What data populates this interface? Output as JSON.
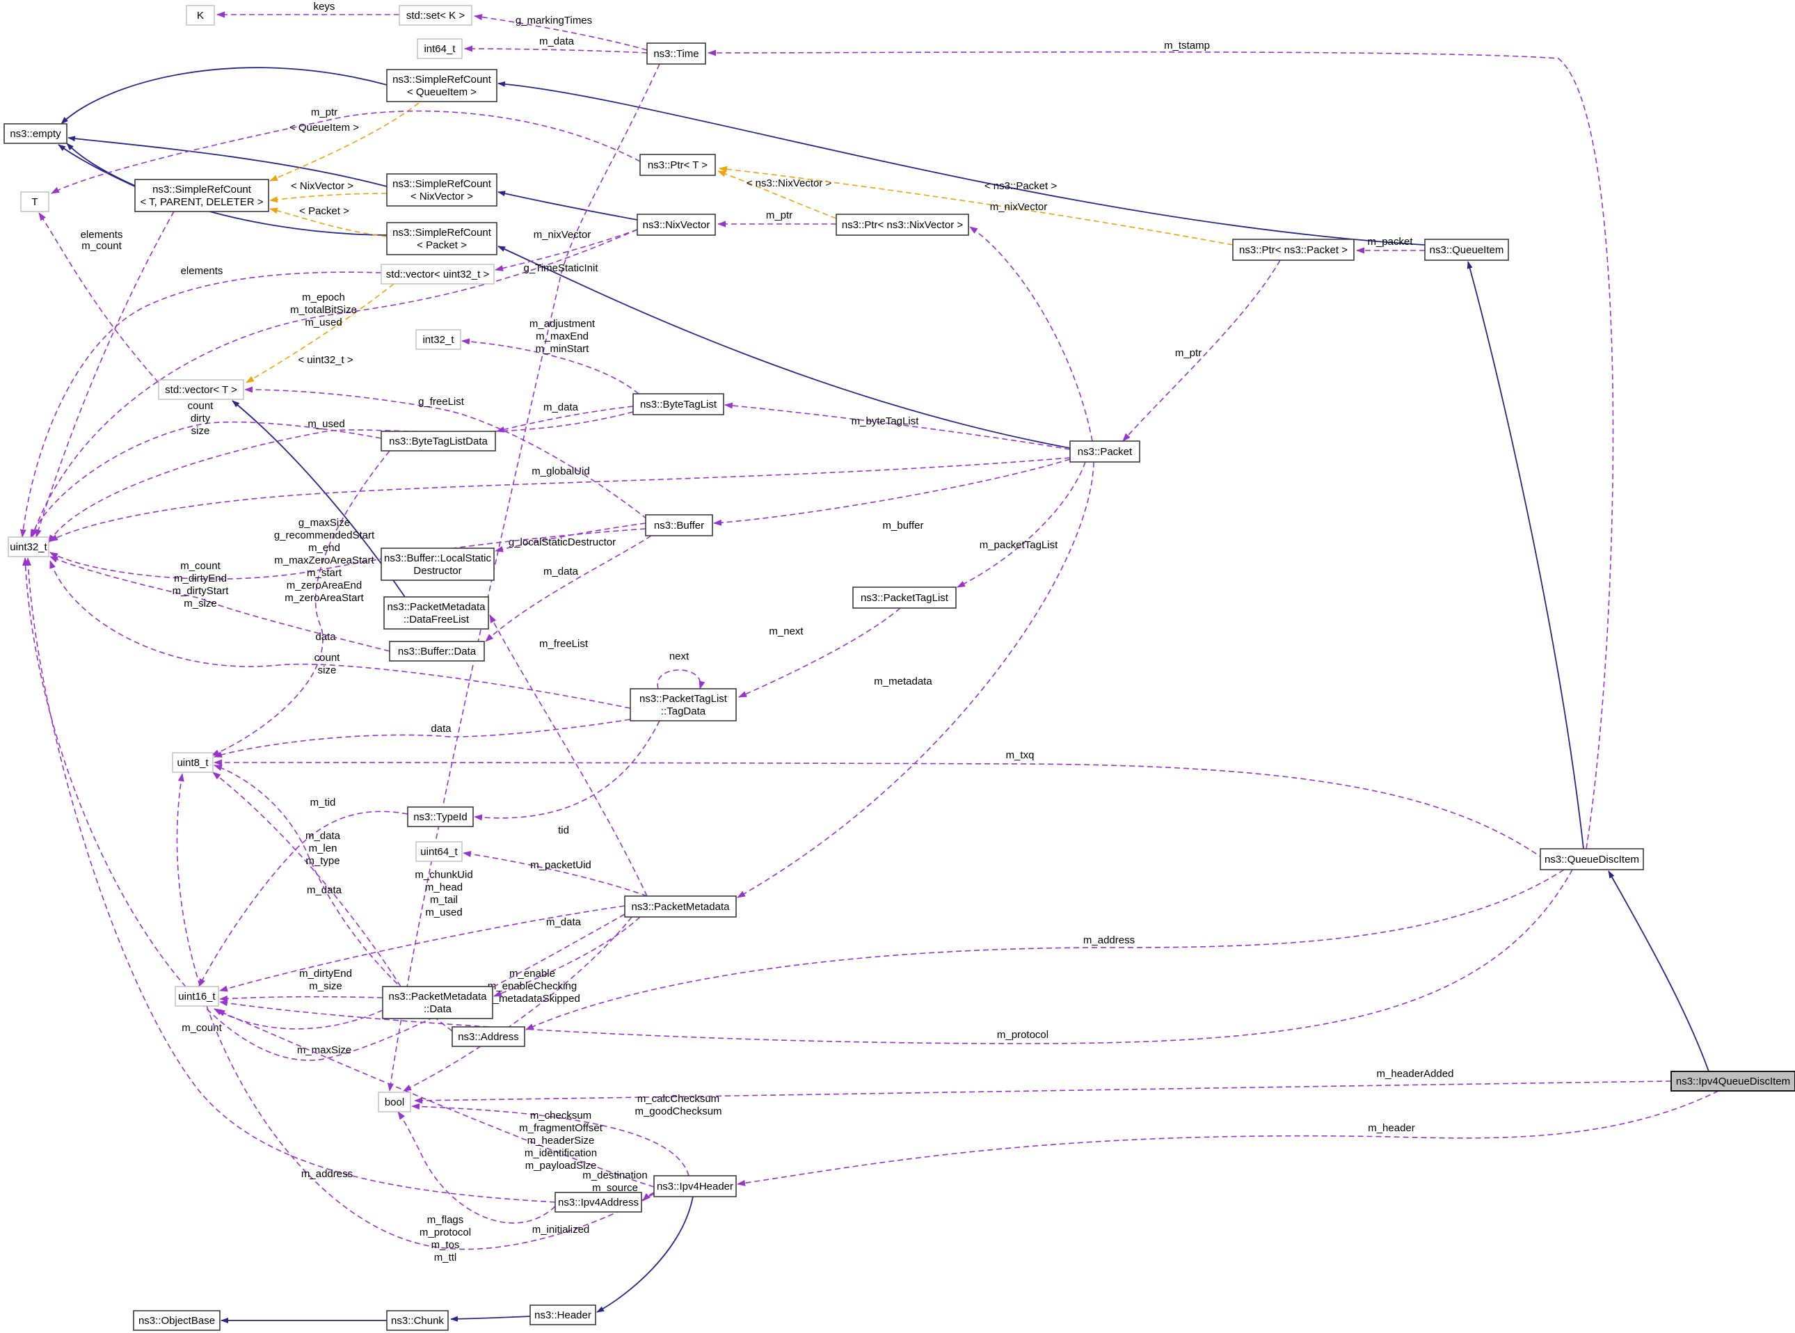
{
  "diagram": {
    "kind": "doxygen-collaboration-graph",
    "target_class": "ns3::Ipv4QueueDiscItem"
  },
  "colors": {
    "inheritance_edge": "#26268c",
    "usage_edge": "#9a32cd",
    "template_edge": "#f0a30a",
    "class_border": "#3b3b3b",
    "external_border": "#bdbdbd",
    "target_fill": "#bfbfbf",
    "background": "#ffffff"
  },
  "nodes": [
    {
      "id": "k",
      "kind": "external",
      "lines": [
        "K"
      ]
    },
    {
      "id": "set_k",
      "kind": "external",
      "lines": [
        "std::set< K >"
      ]
    },
    {
      "id": "int64",
      "kind": "external",
      "lines": [
        "int64_t"
      ]
    },
    {
      "id": "time",
      "kind": "class",
      "lines": [
        "ns3::Time"
      ]
    },
    {
      "id": "src_qi",
      "kind": "class",
      "lines": [
        "ns3::SimpleRefCount",
        "< QueueItem >"
      ]
    },
    {
      "id": "empty",
      "kind": "class",
      "lines": [
        "ns3::empty"
      ]
    },
    {
      "id": "ptr_t",
      "kind": "class",
      "lines": [
        "ns3::Ptr< T >"
      ]
    },
    {
      "id": "src_tpd",
      "kind": "class",
      "lines": [
        "ns3::SimpleRefCount",
        "< T, PARENT, DELETER >"
      ]
    },
    {
      "id": "t",
      "kind": "external",
      "lines": [
        "T"
      ]
    },
    {
      "id": "src_nix",
      "kind": "class",
      "lines": [
        "ns3::SimpleRefCount",
        "< NixVector >"
      ]
    },
    {
      "id": "src_pkt",
      "kind": "class",
      "lines": [
        "ns3::SimpleRefCount",
        "< Packet >"
      ]
    },
    {
      "id": "nix",
      "kind": "class",
      "lines": [
        "ns3::NixVector"
      ]
    },
    {
      "id": "ptr_nix",
      "kind": "class",
      "lines": [
        "ns3::Ptr< ns3::NixVector >"
      ]
    },
    {
      "id": "vec_u32",
      "kind": "external",
      "lines": [
        "std::vector< uint32_t >"
      ]
    },
    {
      "id": "ptr_pkt",
      "kind": "class",
      "lines": [
        "ns3::Ptr< ns3::Packet >"
      ]
    },
    {
      "id": "qitem",
      "kind": "class",
      "lines": [
        "ns3::QueueItem"
      ]
    },
    {
      "id": "vec_t",
      "kind": "external",
      "lines": [
        "std::vector< T >"
      ]
    },
    {
      "id": "int32",
      "kind": "external",
      "lines": [
        "int32_t"
      ]
    },
    {
      "id": "btl",
      "kind": "class",
      "lines": [
        "ns3::ByteTagList"
      ]
    },
    {
      "id": "btld",
      "kind": "class",
      "lines": [
        "ns3::ByteTagListData"
      ]
    },
    {
      "id": "packet",
      "kind": "class",
      "lines": [
        "ns3::Packet"
      ]
    },
    {
      "id": "buffer",
      "kind": "class",
      "lines": [
        "ns3::Buffer"
      ]
    },
    {
      "id": "lsd",
      "kind": "class",
      "lines": [
        "ns3::Buffer::LocalStatic",
        "Destructor"
      ]
    },
    {
      "id": "dfl",
      "kind": "class",
      "lines": [
        "ns3::PacketMetadata",
        "::DataFreeList"
      ]
    },
    {
      "id": "bdata",
      "kind": "class",
      "lines": [
        "ns3::Buffer::Data"
      ]
    },
    {
      "id": "ptl",
      "kind": "class",
      "lines": [
        "ns3::PacketTagList"
      ]
    },
    {
      "id": "tagdata",
      "kind": "class",
      "lines": [
        "ns3::PacketTagList",
        "::TagData"
      ]
    },
    {
      "id": "u32",
      "kind": "external",
      "lines": [
        "uint32_t"
      ]
    },
    {
      "id": "u8",
      "kind": "external",
      "lines": [
        "uint8_t"
      ]
    },
    {
      "id": "tid_n",
      "kind": "class",
      "lines": [
        "ns3::TypeId"
      ]
    },
    {
      "id": "u64",
      "kind": "external",
      "lines": [
        "uint64_t"
      ]
    },
    {
      "id": "pmeta",
      "kind": "class",
      "lines": [
        "ns3::PacketMetadata"
      ]
    },
    {
      "id": "u16",
      "kind": "external",
      "lines": [
        "uint16_t"
      ]
    },
    {
      "id": "pmdata",
      "kind": "class",
      "lines": [
        "ns3::PacketMetadata",
        "::Data"
      ]
    },
    {
      "id": "addr",
      "kind": "class",
      "lines": [
        "ns3::Address"
      ]
    },
    {
      "id": "bool",
      "kind": "external",
      "lines": [
        "bool"
      ]
    },
    {
      "id": "ip4addr",
      "kind": "class",
      "lines": [
        "ns3::Ipv4Address"
      ]
    },
    {
      "id": "ip4hdr",
      "kind": "class",
      "lines": [
        "ns3::Ipv4Header"
      ]
    },
    {
      "id": "qdisc",
      "kind": "class",
      "lines": [
        "ns3::QueueDiscItem"
      ]
    },
    {
      "id": "ip4qdisc",
      "kind": "target",
      "lines": [
        "ns3::Ipv4QueueDiscItem"
      ]
    },
    {
      "id": "header",
      "kind": "class",
      "lines": [
        "ns3::Header"
      ]
    },
    {
      "id": "chunk",
      "kind": "class",
      "lines": [
        "ns3::Chunk"
      ]
    },
    {
      "id": "objbase",
      "kind": "class",
      "lines": [
        "ns3::ObjectBase"
      ]
    }
  ],
  "edges": [
    {
      "id": "inh1",
      "from": "src_qi",
      "to": "empty",
      "type": "inherit",
      "lines": []
    },
    {
      "id": "inh2",
      "from": "src_nix",
      "to": "empty",
      "type": "inherit",
      "lines": []
    },
    {
      "id": "inh3",
      "from": "src_pkt",
      "to": "empty",
      "type": "inherit",
      "lines": []
    },
    {
      "id": "inh4",
      "from": "src_tpd",
      "to": "empty",
      "type": "inherit",
      "lines": []
    },
    {
      "id": "inh5",
      "from": "qitem",
      "to": "src_qi",
      "type": "inherit",
      "lines": []
    },
    {
      "id": "inh6",
      "from": "nix",
      "to": "src_nix",
      "type": "inherit",
      "lines": []
    },
    {
      "id": "inh7",
      "from": "packet",
      "to": "src_pkt",
      "type": "inherit",
      "lines": []
    },
    {
      "id": "inh8",
      "from": "qdisc",
      "to": "qitem",
      "type": "inherit",
      "lines": []
    },
    {
      "id": "inh9",
      "from": "ip4qdisc",
      "to": "qdisc",
      "type": "inherit",
      "lines": []
    },
    {
      "id": "inh10",
      "from": "ip4hdr",
      "to": "header",
      "type": "inherit",
      "lines": []
    },
    {
      "id": "inh11",
      "from": "header",
      "to": "chunk",
      "type": "inherit",
      "lines": []
    },
    {
      "id": "inh12",
      "from": "chunk",
      "to": "objbase",
      "type": "inherit",
      "lines": []
    },
    {
      "id": "inh13",
      "from": "dfl",
      "to": "vec_t",
      "type": "inherit",
      "lines": []
    },
    {
      "id": "tpl1",
      "from": "src_qi",
      "to": "src_tpd",
      "type": "template",
      "lines": [
        "< QueueItem >"
      ]
    },
    {
      "id": "tpl2",
      "from": "src_nix",
      "to": "src_tpd",
      "type": "template",
      "lines": [
        "< NixVector >"
      ]
    },
    {
      "id": "tpl3",
      "from": "src_pkt",
      "to": "src_tpd",
      "type": "template",
      "lines": [
        "< Packet >"
      ]
    },
    {
      "id": "tpl4",
      "from": "ptr_nix",
      "to": "ptr_t",
      "type": "template",
      "lines": [
        "< ns3::NixVector >"
      ]
    },
    {
      "id": "tpl5",
      "from": "ptr_pkt",
      "to": "ptr_t",
      "type": "template",
      "lines": [
        "< ns3::Packet >"
      ]
    },
    {
      "id": "tpl6",
      "from": "vec_u32",
      "to": "vec_t",
      "type": "template",
      "lines": [
        "< uint32_t >"
      ]
    },
    {
      "id": "use1",
      "from": "set_k",
      "to": "k",
      "type": "use",
      "lines": [
        "keys"
      ]
    },
    {
      "id": "use2",
      "from": "time",
      "to": "set_k",
      "type": "use",
      "lines": [
        "g_markingTimes"
      ]
    },
    {
      "id": "use3",
      "from": "time",
      "to": "int64",
      "type": "use",
      "lines": [
        "m_data"
      ]
    },
    {
      "id": "use4",
      "from": "qdisc",
      "to": "time",
      "type": "use",
      "lines": [
        "m_tstamp"
      ]
    },
    {
      "id": "use5",
      "from": "ptr_t",
      "to": "t",
      "type": "use",
      "lines": [
        "m_ptr"
      ]
    },
    {
      "id": "use6",
      "from": "vec_t",
      "to": "t",
      "type": "use",
      "lines": [
        "elements"
      ]
    },
    {
      "id": "use7",
      "from": "vec_u32",
      "to": "u32",
      "type": "use",
      "lines": [
        "elements"
      ]
    },
    {
      "id": "use8",
      "from": "src_tpd",
      "to": "u32",
      "type": "use",
      "lines": [
        "m_count"
      ]
    },
    {
      "id": "use9",
      "from": "nix",
      "to": "u32",
      "type": "use",
      "lines": [
        "m_epoch",
        "m_totalBitSize",
        "m_used"
      ]
    },
    {
      "id": "use10",
      "from": "time",
      "to": "bool",
      "type": "use",
      "lines": [
        "g_TimeStaticInit"
      ]
    },
    {
      "id": "use11",
      "from": "btl",
      "to": "int32",
      "type": "use",
      "lines": [
        "m_adjustment",
        "m_maxEnd",
        "m_minStart"
      ]
    },
    {
      "id": "use12",
      "from": "btl",
      "to": "btld",
      "type": "use",
      "lines": [
        "m_data"
      ]
    },
    {
      "id": "use13",
      "from": "btl",
      "to": "u32",
      "type": "use",
      "lines": [
        "m_used"
      ]
    },
    {
      "id": "use14",
      "from": "btld",
      "to": "u32",
      "type": "use",
      "lines": [
        "count",
        "dirty",
        "size"
      ]
    },
    {
      "id": "use15",
      "from": "btld",
      "to": "u8",
      "type": "use",
      "lines": [
        "data"
      ]
    },
    {
      "id": "use16",
      "from": "packet",
      "to": "btl",
      "type": "use",
      "lines": [
        "m_byteTagList"
      ]
    },
    {
      "id": "use17",
      "from": "packet",
      "to": "u32",
      "type": "use",
      "lines": [
        "m_globalUid"
      ]
    },
    {
      "id": "use18",
      "from": "packet",
      "to": "buffer",
      "type": "use",
      "lines": [
        "m_buffer"
      ]
    },
    {
      "id": "use19",
      "from": "packet",
      "to": "ptl",
      "type": "use",
      "lines": [
        "m_packetTagList"
      ]
    },
    {
      "id": "use20",
      "from": "packet",
      "to": "pmeta",
      "type": "use",
      "lines": [
        "m_metadata"
      ]
    },
    {
      "id": "use21",
      "from": "packet",
      "to": "ptr_nix",
      "type": "use",
      "lines": [
        "m_nixVector"
      ]
    },
    {
      "id": "use22",
      "from": "ptr_pkt",
      "to": "packet",
      "type": "use",
      "lines": [
        "m_ptr"
      ]
    },
    {
      "id": "use23",
      "from": "qitem",
      "to": "ptr_pkt",
      "type": "use",
      "lines": [
        "m_packet"
      ]
    },
    {
      "id": "use24",
      "from": "ptr_nix",
      "to": "nix",
      "type": "use",
      "lines": [
        "m_ptr"
      ]
    },
    {
      "id": "use25",
      "from": "nix",
      "to": "vec_u32",
      "type": "use",
      "lines": [
        "m_nixVector"
      ]
    },
    {
      "id": "use26",
      "from": "buffer",
      "to": "lsd",
      "type": "use",
      "lines": [
        "g_localStaticDestructor"
      ]
    },
    {
      "id": "use27",
      "from": "buffer",
      "to": "vec_t",
      "type": "use",
      "lines": [
        "g_freeList"
      ]
    },
    {
      "id": "use28",
      "from": "buffer",
      "to": "bdata",
      "type": "use",
      "lines": [
        "m_data"
      ]
    },
    {
      "id": "use29",
      "from": "buffer",
      "to": "u32",
      "type": "use",
      "lines": [
        "g_maxSize",
        "g_recommendedStart",
        "m_end",
        "m_maxZeroAreaStart",
        "m_start",
        "m_zeroAreaEnd",
        "m_zeroAreaStart"
      ]
    },
    {
      "id": "use30",
      "from": "bdata",
      "to": "u32",
      "type": "use",
      "lines": [
        "m_count",
        "m_dirtyEnd",
        "m_dirtyStart",
        "m_size"
      ]
    },
    {
      "id": "use31",
      "from": "pmeta",
      "to": "dfl",
      "type": "use",
      "lines": [
        "m_freeList"
      ]
    },
    {
      "id": "use32",
      "from": "ptl",
      "to": "tagdata",
      "type": "use",
      "lines": [
        "m_next"
      ]
    },
    {
      "id": "use33",
      "from": "tagdata",
      "to": "tagdata",
      "type": "use",
      "lines": [
        "next"
      ]
    },
    {
      "id": "use34",
      "from": "tagdata",
      "to": "u32",
      "type": "use",
      "lines": [
        "count",
        "size"
      ]
    },
    {
      "id": "use35",
      "from": "tagdata",
      "to": "u8",
      "type": "use",
      "lines": [
        "data"
      ]
    },
    {
      "id": "use36",
      "from": "tagdata",
      "to": "tid_n",
      "type": "use",
      "lines": [
        "tid"
      ]
    },
    {
      "id": "use37",
      "from": "tid_n",
      "to": "u16",
      "type": "use",
      "lines": [
        "m_tid"
      ]
    },
    {
      "id": "use38",
      "from": "pmeta",
      "to": "u64",
      "type": "use",
      "lines": [
        "m_packetUid"
      ]
    },
    {
      "id": "use39",
      "from": "pmeta",
      "to": "u16",
      "type": "use",
      "lines": [
        "m_chunkUid",
        "m_head",
        "m_tail",
        "m_used"
      ]
    },
    {
      "id": "use40",
      "from": "pmeta",
      "to": "pmdata",
      "type": "use",
      "lines": [
        "m_data"
      ]
    },
    {
      "id": "use41",
      "from": "pmeta",
      "to": "bool",
      "type": "use",
      "lines": [
        "m_enable",
        "m_enableChecking",
        "m_metadataSkipped"
      ]
    },
    {
      "id": "use42",
      "from": "pmeta",
      "to": "u32",
      "type": "use",
      "lines": [
        "m_maxSize"
      ]
    },
    {
      "id": "use43",
      "from": "pmdata",
      "to": "u16",
      "type": "use",
      "lines": [
        "m_dirtyEnd",
        "m_size"
      ]
    },
    {
      "id": "use44",
      "from": "pmdata",
      "to": "u16",
      "type": "use",
      "lines": [
        "m_count"
      ]
    },
    {
      "id": "use45",
      "from": "pmdata",
      "to": "u8",
      "type": "use",
      "lines": [
        "m_data"
      ]
    },
    {
      "id": "use46",
      "from": "addr",
      "to": "u8",
      "type": "use",
      "lines": [
        "m_data",
        "m_len",
        "m_type"
      ]
    },
    {
      "id": "use47",
      "from": "qdisc",
      "to": "addr",
      "type": "use",
      "lines": [
        "m_address"
      ]
    },
    {
      "id": "use48",
      "from": "qdisc",
      "to": "u16",
      "type": "use",
      "lines": [
        "m_protocol"
      ]
    },
    {
      "id": "use49",
      "from": "qdisc",
      "to": "u8",
      "type": "use",
      "lines": [
        "m_txq"
      ]
    },
    {
      "id": "use50",
      "from": "ip4qdisc",
      "to": "bool",
      "type": "use",
      "lines": [
        "m_headerAdded"
      ]
    },
    {
      "id": "use51",
      "from": "ip4qdisc",
      "to": "ip4hdr",
      "type": "use",
      "lines": [
        "m_header"
      ]
    },
    {
      "id": "use52",
      "from": "ip4hdr",
      "to": "bool",
      "type": "use",
      "lines": [
        "m_calcChecksum",
        "m_goodChecksum"
      ]
    },
    {
      "id": "use53",
      "from": "ip4hdr",
      "to": "u16",
      "type": "use",
      "lines": [
        "m_checksum",
        "m_fragmentOffset",
        "m_headerSize",
        "m_identification",
        "m_payloadSize"
      ]
    },
    {
      "id": "use54",
      "from": "ip4hdr",
      "to": "ip4addr",
      "type": "use",
      "lines": [
        "m_destination",
        "m_source"
      ]
    },
    {
      "id": "use55",
      "from": "ip4hdr",
      "to": "u8",
      "type": "use",
      "lines": [
        "m_flags",
        "m_protocol",
        "m_tos",
        "m_ttl"
      ]
    },
    {
      "id": "use56",
      "from": "ip4addr",
      "to": "bool",
      "type": "use",
      "lines": [
        "m_initialized"
      ]
    },
    {
      "id": "use57",
      "from": "ip4addr",
      "to": "u32",
      "type": "use",
      "lines": [
        "m_address"
      ]
    }
  ]
}
